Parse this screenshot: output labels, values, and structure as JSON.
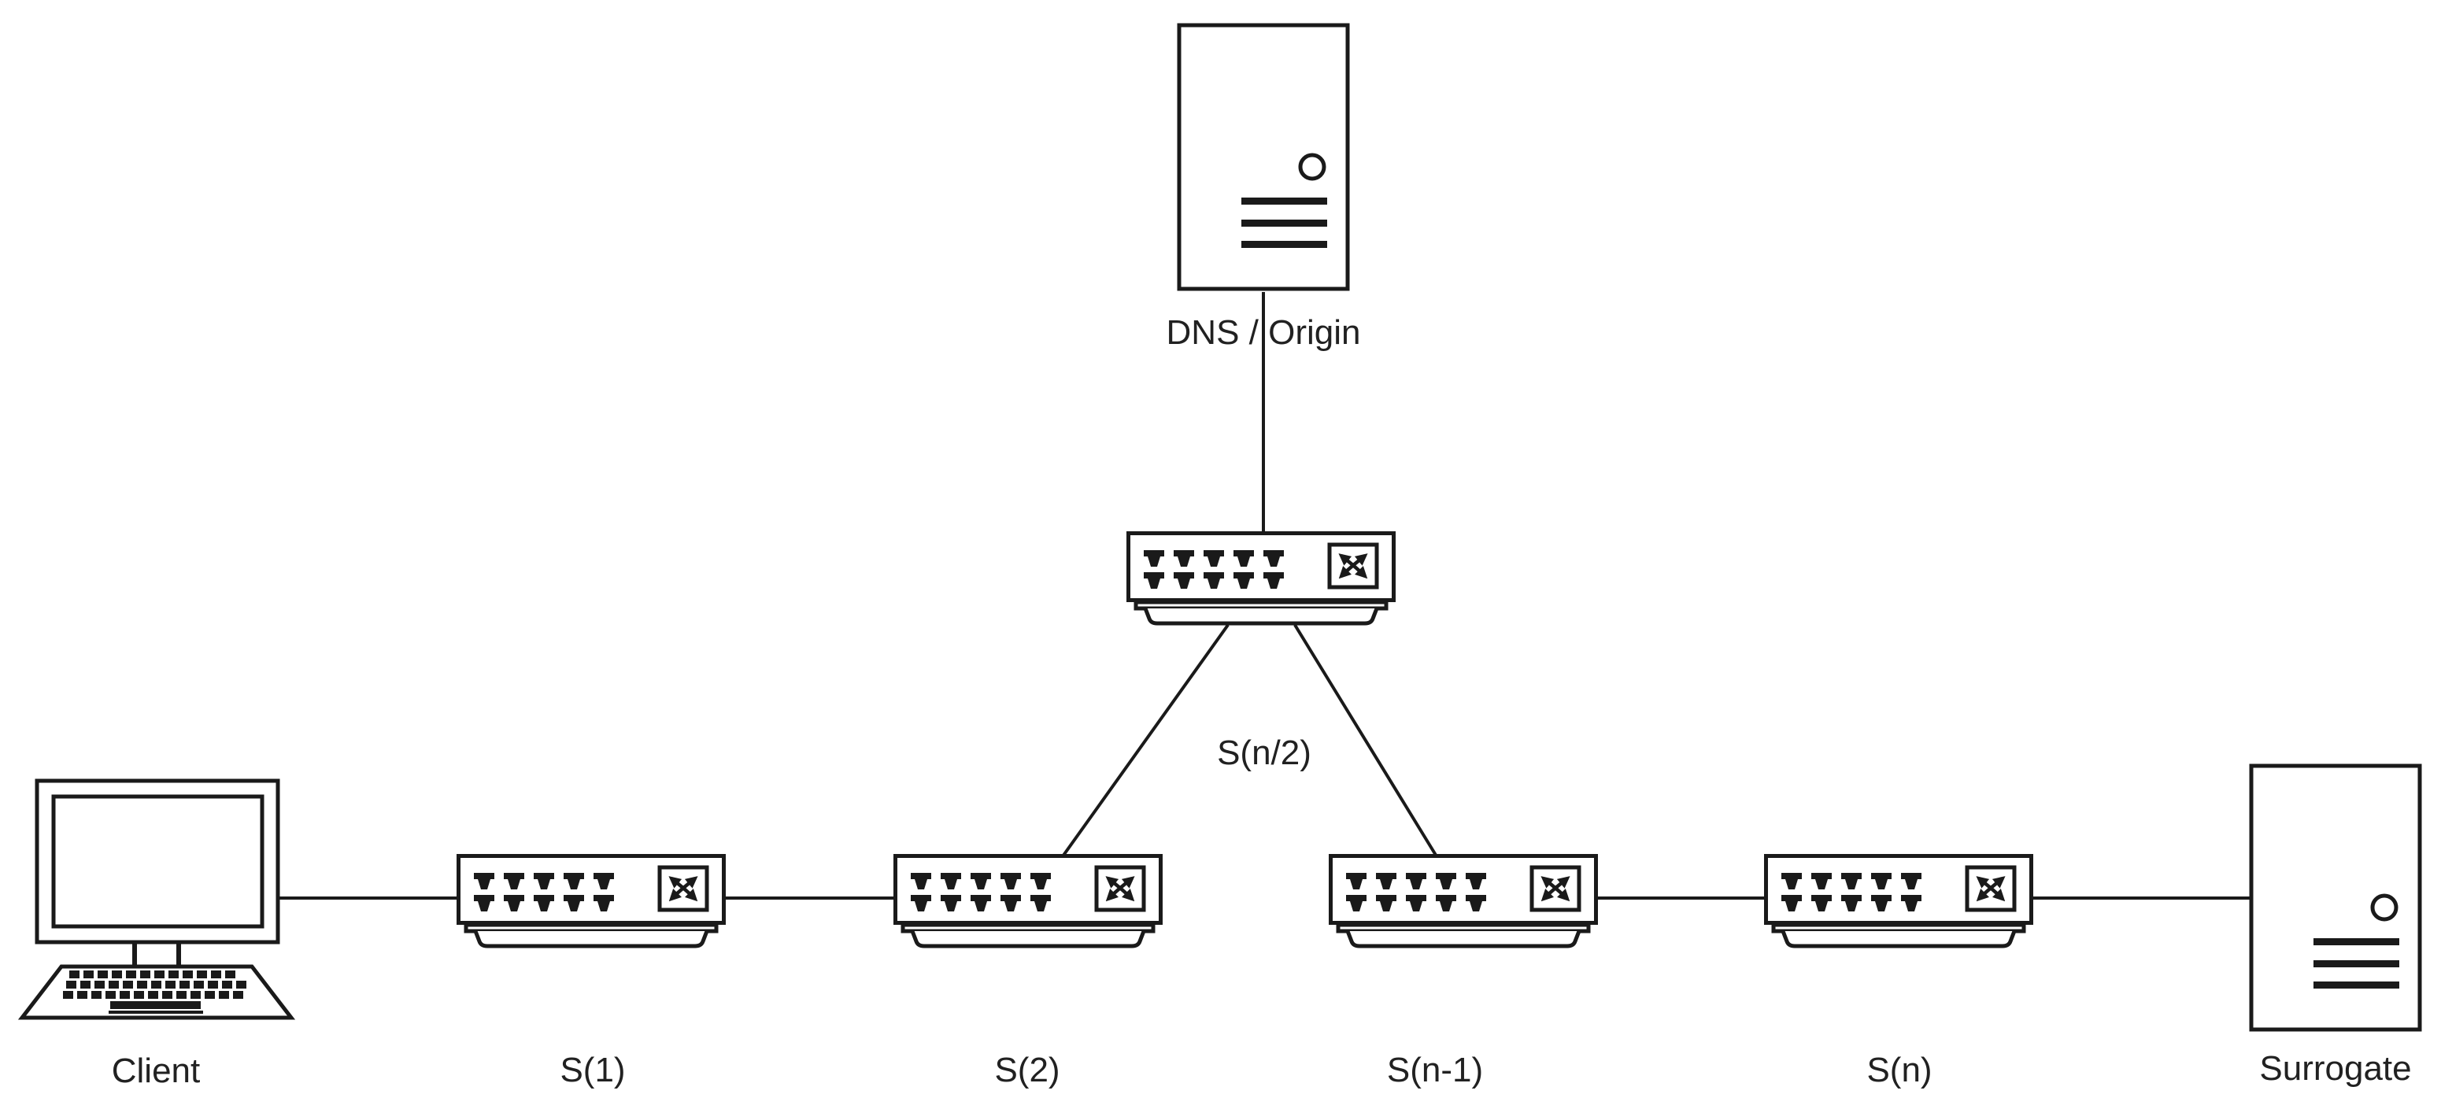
{
  "diagram": {
    "type": "network-topology",
    "background": "#ffffff",
    "stroke_color": "#1a1a1a",
    "label_color": "#212121",
    "nodes": {
      "dns_origin": {
        "label": "DNS / Origin",
        "kind": "server"
      },
      "sn2": {
        "label": "S(n/2)",
        "kind": "switch"
      },
      "client": {
        "label": "Client",
        "kind": "desktop-computer"
      },
      "s1": {
        "label": "S(1)",
        "kind": "switch"
      },
      "s2": {
        "label": "S(2)",
        "kind": "switch"
      },
      "sn1": {
        "label": "S(n-1)",
        "kind": "switch"
      },
      "sn": {
        "label": "S(n)",
        "kind": "switch"
      },
      "surrogate": {
        "label": "Surrogate",
        "kind": "server"
      }
    },
    "edges": [
      {
        "from": "Client",
        "to": "S(1)"
      },
      {
        "from": "S(1)",
        "to": "S(2)"
      },
      {
        "from": "S(n/2)",
        "to": "S(2)"
      },
      {
        "from": "S(n/2)",
        "to": "S(n-1)"
      },
      {
        "from": "DNS / Origin",
        "to": "S(n/2)"
      },
      {
        "from": "S(n-1)",
        "to": "S(n)"
      },
      {
        "from": "S(n)",
        "to": "Surrogate"
      }
    ]
  }
}
